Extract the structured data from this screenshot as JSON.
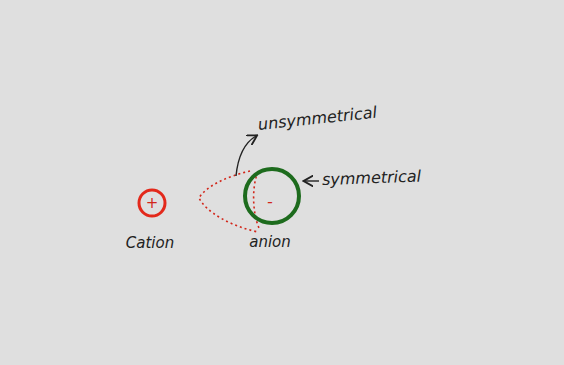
{
  "diagram": {
    "nodes": [
      {
        "text": [
          "+",
          "Cation"
        ]
      },
      {
        "text": [
          "-",
          "anion"
        ]
      }
    ],
    "labels": [
      "unsymmetrical",
      "symmetrical"
    ]
  }
}
